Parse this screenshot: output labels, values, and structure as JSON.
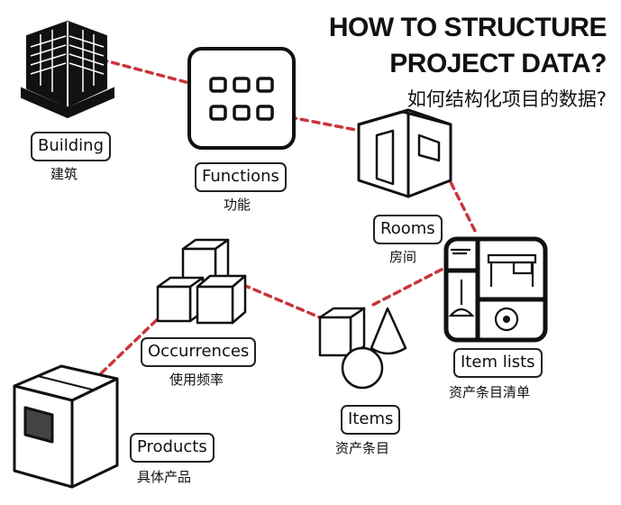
{
  "title": {
    "line1": "HOW TO STRUCTURE",
    "line2": "PROJECT DATA?",
    "line3": "如何结构化项目的数据?"
  },
  "nodes": {
    "building": {
      "label": "Building",
      "sublabel": "建筑",
      "icon": "building-icon"
    },
    "functions": {
      "label": "Functions",
      "sublabel": "功能",
      "icon": "functions-grid-icon"
    },
    "rooms": {
      "label": "Rooms",
      "sublabel": "房间",
      "icon": "room-icon"
    },
    "item_lists": {
      "label": "Item lists",
      "sublabel": "资产条目清单",
      "icon": "item-list-icon"
    },
    "items": {
      "label": "Items",
      "sublabel": "资产条目",
      "icon": "items-shapes-icon"
    },
    "occurrences": {
      "label": "Occurrences",
      "sublabel": "使用频率",
      "icon": "cubes-stack-icon"
    },
    "products": {
      "label": "Products",
      "sublabel": "具体产品",
      "icon": "product-box-icon"
    }
  },
  "colors": {
    "connector": "#c9353c",
    "ink": "#111111"
  }
}
